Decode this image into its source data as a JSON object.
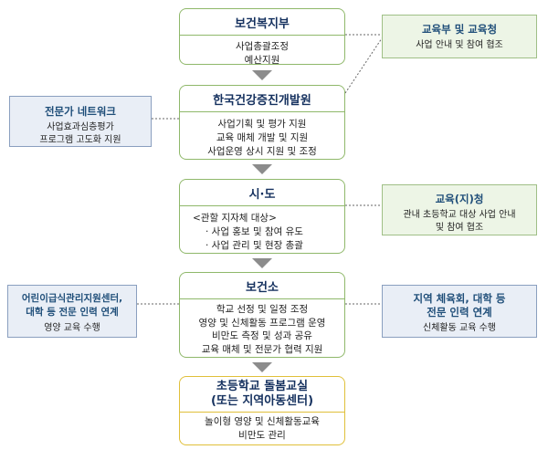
{
  "main": {
    "ministry": {
      "title": "보건복지부",
      "lines": [
        "사업총괄조정",
        "예산지원"
      ]
    },
    "institute": {
      "title": "한국건강증진개발원",
      "lines": [
        "사업기획 및 평가 지원",
        "교육 매체 개발 및 지원",
        "사업운영 상시 지원 및 조정"
      ]
    },
    "province": {
      "title": "시·도",
      "lines": [
        "<관할 지자체 대상>",
        "· 사업 홍보 및 참여 유도",
        "· 사업 관리 및 현장 총괄"
      ]
    },
    "health_center": {
      "title": "보건소",
      "lines": [
        "학교 선정 및 일정 조정",
        "영양 및 신체활동 프로그램 운영",
        "비만도 측정 및 성과 공유",
        "교육 매체 및 전문가 협력 지원"
      ]
    },
    "school": {
      "title_line1": "초등학교 돌봄교실",
      "title_line2": "(또는 지역아동센터)",
      "lines": [
        "놀이형 영양 및 신체활동교육",
        "비만도 관리"
      ]
    }
  },
  "side": {
    "education_ministry": {
      "title": "교육부 및 교육청",
      "sub": [
        "사업 안내 및 참여 협조"
      ]
    },
    "expert_network": {
      "title": "전문가 네트워크",
      "sub": [
        "사업효과심층평가",
        "프로그램 고도화 지원"
      ]
    },
    "education_office": {
      "title": "교육(지)청",
      "sub": [
        "관내 초등학교 대상 사업 안내",
        "및 참여 협조"
      ]
    },
    "meal_center": {
      "title": [
        "어린이급식관리지원센터,",
        "대학 등 전문 인력 연계"
      ],
      "sub": [
        "영양 교육 수행"
      ]
    },
    "sports_assoc": {
      "title": [
        "지역 체육회, 대학 등",
        "전문 인력 연계"
      ],
      "sub": [
        "신체활동 교육 수행"
      ]
    }
  }
}
